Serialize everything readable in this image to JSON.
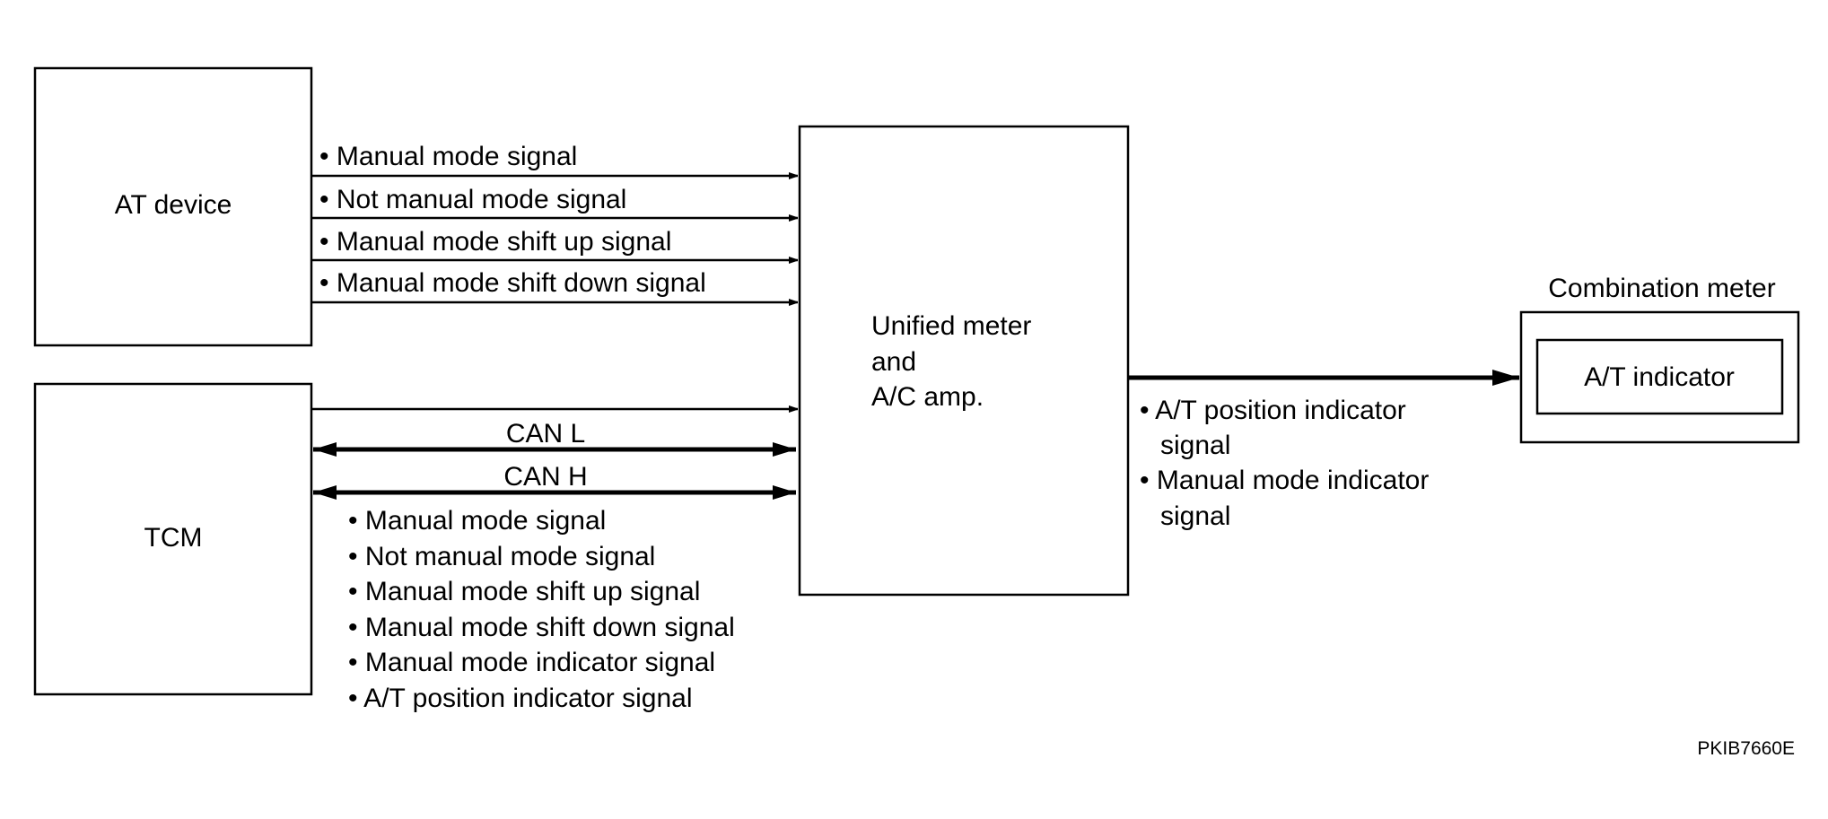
{
  "blocks": {
    "at_device": "AT device",
    "tcm": "TCM",
    "unified_meter": [
      "Unified meter",
      "and",
      "A/C amp."
    ],
    "combination_meter": "Combination meter",
    "at_indicator": "A/T indicator"
  },
  "at_device_signals": [
    "• Manual mode signal",
    "• Not manual mode signal",
    "• Manual mode shift up signal",
    "• Manual mode shift down signal"
  ],
  "can_lines": [
    "CAN L",
    "CAN H"
  ],
  "tcm_signals": [
    "• Manual mode signal",
    "• Not manual mode signal",
    "• Manual mode shift up signal",
    "• Manual mode shift down signal",
    "• Manual mode indicator signal",
    "• A/T position indicator signal"
  ],
  "output_signals": [
    "• A/T position indicator",
    "signal",
    "• Manual mode indicator",
    "signal"
  ],
  "figure_code": "PKIB7660E"
}
